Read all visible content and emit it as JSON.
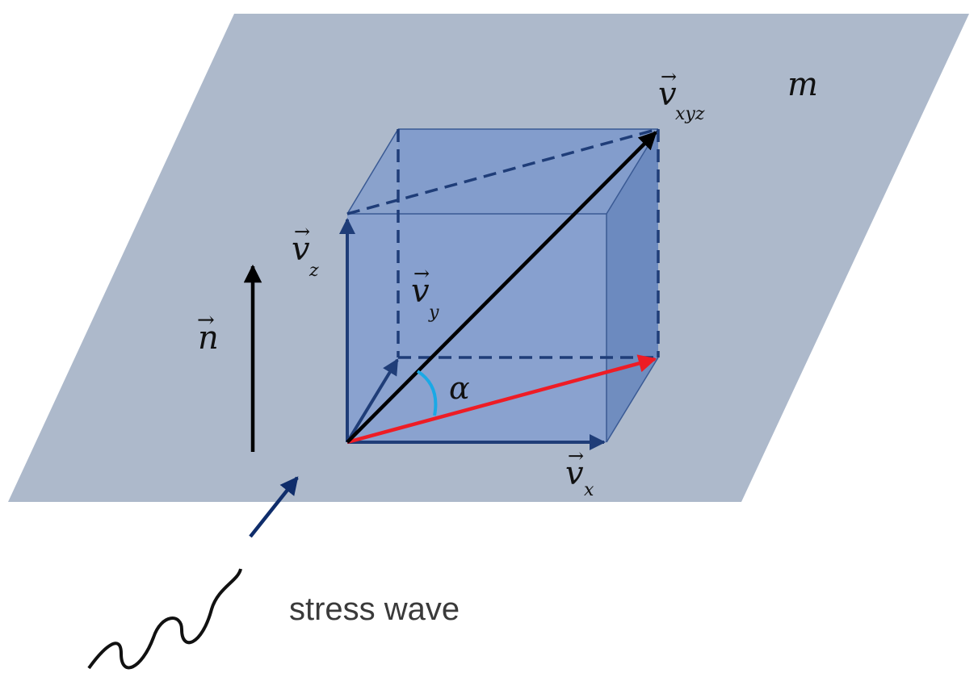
{
  "labels": {
    "plane": "m",
    "normal": "n",
    "vx_base": "v",
    "vx_sub": "x",
    "vy_base": "v",
    "vy_sub": "y",
    "vz_base": "v",
    "vz_sub": "z",
    "vxyz_base": "v",
    "vxyz_sub": "xyz",
    "angle": "α",
    "wave": "stress wave"
  },
  "colors": {
    "plane": "#adb9cb",
    "cube_fill": "#6f8fc4",
    "cube_edge": "#1f3d78",
    "resultant": "#000000",
    "projection": "#ee1c25",
    "angle_arc": "#1aa9e6",
    "wave_arrow": "#0f2d6b"
  }
}
